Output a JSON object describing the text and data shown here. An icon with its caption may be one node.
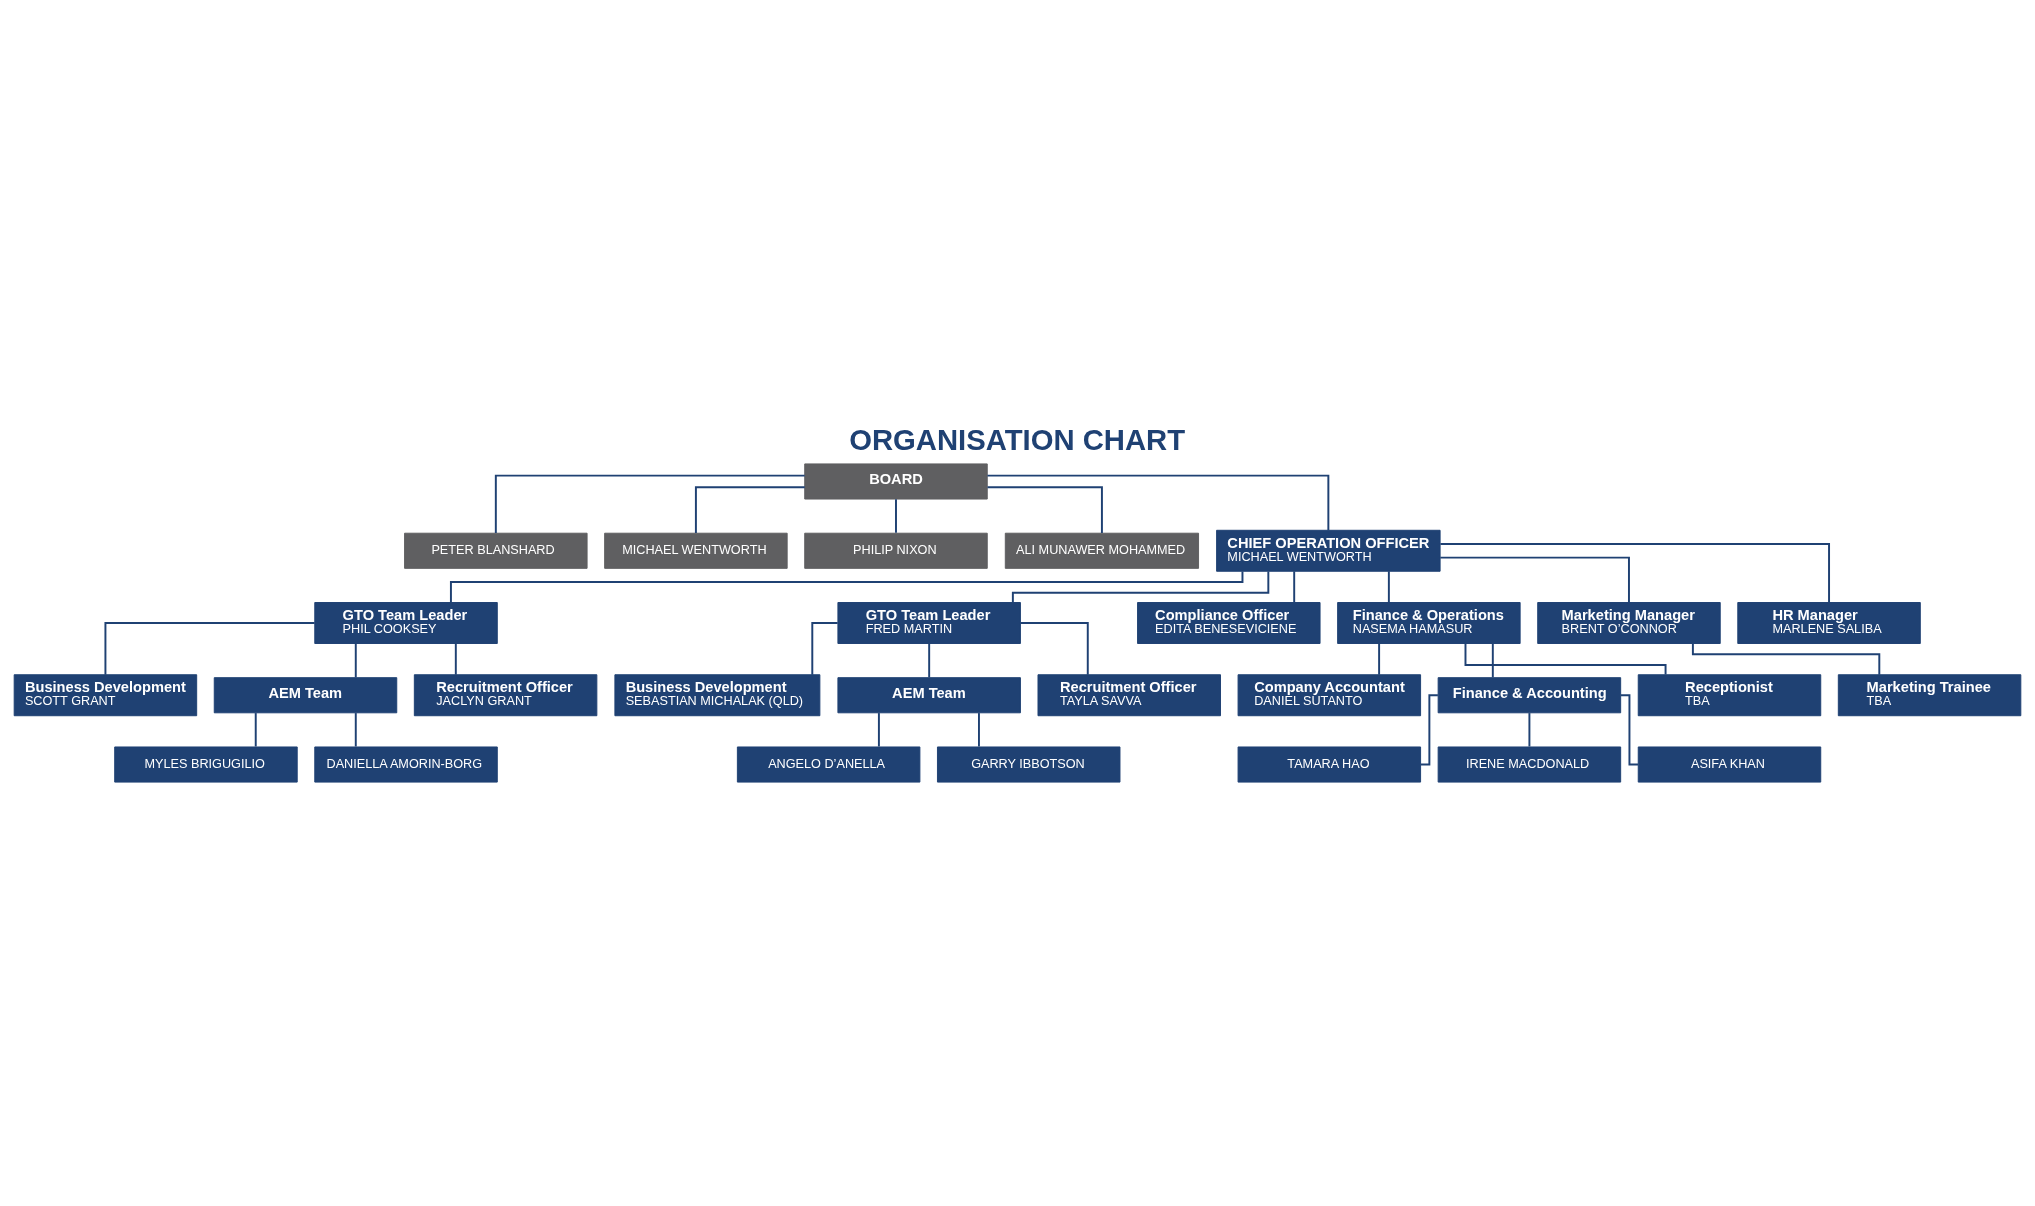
{
  "diagram": {
    "title": "ORGANISATION CHART",
    "nodes": [
      {
        "text": [
          "BOARD"
        ]
      },
      {
        "text": [
          "PETER BLANSHARD"
        ]
      },
      {
        "text": [
          "MICHAEL WENTWORTH"
        ]
      },
      {
        "text": [
          "PHILIP NIXON"
        ]
      },
      {
        "text": [
          "ALI MUNAWER MOHAMMED"
        ]
      },
      {
        "text": [
          "CHIEF OPERATION OFFICER",
          "MICHAEL WENTWORTH"
        ]
      },
      {
        "text": [
          "GTO Team Leader",
          "PHIL COOKSEY"
        ]
      },
      {
        "text": [
          "GTO Team Leader",
          "FRED MARTIN"
        ]
      },
      {
        "text": [
          "Compliance Officer",
          "EDITA BENESEVICIENE"
        ]
      },
      {
        "text": [
          "Finance & Operations",
          "NASEMA HAMASUR"
        ]
      },
      {
        "text": [
          "Marketing Manager",
          "BRENT O’CONNOR"
        ]
      },
      {
        "text": [
          "HR Manager",
          "MARLENE SALIBA"
        ]
      },
      {
        "text": [
          "Business Development",
          "SCOTT GRANT"
        ]
      },
      {
        "text": [
          "AEM Team"
        ]
      },
      {
        "text": [
          "MYLES BRIGUGILIO"
        ]
      },
      {
        "text": [
          "DANIELLA AMORIN-BORG"
        ]
      },
      {
        "text": [
          "Recruitment Officer",
          "JACLYN GRANT"
        ]
      },
      {
        "text": [
          "Business Development",
          "SEBASTIAN MICHALAK (QLD)"
        ]
      },
      {
        "text": [
          "AEM Team"
        ]
      },
      {
        "text": [
          "ANGELO D’ANELLA"
        ]
      },
      {
        "text": [
          "GARRY IBBOTSON"
        ]
      },
      {
        "text": [
          "Recruitment Officer",
          "TAYLA SAVVA"
        ]
      },
      {
        "text": [
          "Company Accountant",
          "DANIEL SUTANTO"
        ]
      },
      {
        "text": [
          "Finance & Accounting"
        ]
      },
      {
        "text": [
          "TAMARA HAO"
        ]
      },
      {
        "text": [
          "IRENE MACDONALD"
        ]
      },
      {
        "text": [
          "ASIFA KHAN"
        ]
      },
      {
        "text": [
          "Receptionist",
          "TBA"
        ]
      },
      {
        "text": [
          "Marketing Trainee",
          "TBA"
        ]
      }
    ],
    "edges": [
      {
        "from": 0,
        "to": 1,
        "arrow": "none"
      },
      {
        "from": 0,
        "to": 2,
        "arrow": "none"
      },
      {
        "from": 0,
        "to": 3,
        "arrow": "none"
      },
      {
        "from": 0,
        "to": 4,
        "arrow": "none"
      },
      {
        "from": 0,
        "to": 5,
        "arrow": "none"
      },
      {
        "from": 5,
        "to": 6,
        "arrow": "none"
      },
      {
        "from": 5,
        "to": 7,
        "arrow": "none"
      },
      {
        "from": 5,
        "to": 8,
        "arrow": "none"
      },
      {
        "from": 5,
        "to": 9,
        "arrow": "none"
      },
      {
        "from": 5,
        "to": 10,
        "arrow": "none"
      },
      {
        "from": 5,
        "to": 11,
        "arrow": "none"
      },
      {
        "from": 6,
        "to": 12,
        "arrow": "none"
      },
      {
        "from": 6,
        "to": 13,
        "arrow": "none"
      },
      {
        "from": 13,
        "to": 14,
        "arrow": "none"
      },
      {
        "from": 13,
        "to": 15,
        "arrow": "none"
      },
      {
        "from": 6,
        "to": 16,
        "arrow": "none"
      },
      {
        "from": 7,
        "to": 17,
        "arrow": "none"
      },
      {
        "from": 7,
        "to": 18,
        "arrow": "none"
      },
      {
        "from": 18,
        "to": 19,
        "arrow": "none"
      },
      {
        "from": 18,
        "to": 20,
        "arrow": "none"
      },
      {
        "from": 7,
        "to": 21,
        "arrow": "none"
      },
      {
        "from": 9,
        "to": 22,
        "arrow": "none"
      },
      {
        "from": 9,
        "to": 23,
        "arrow": "none"
      },
      {
        "from": 23,
        "to": 24,
        "arrow": "none"
      },
      {
        "from": 23,
        "to": 25,
        "arrow": "none"
      },
      {
        "from": 23,
        "to": 26,
        "arrow": "none"
      },
      {
        "from": 9,
        "to": 27,
        "arrow": "none"
      },
      {
        "from": 10,
        "to": 28,
        "arrow": "none"
      }
    ]
  }
}
